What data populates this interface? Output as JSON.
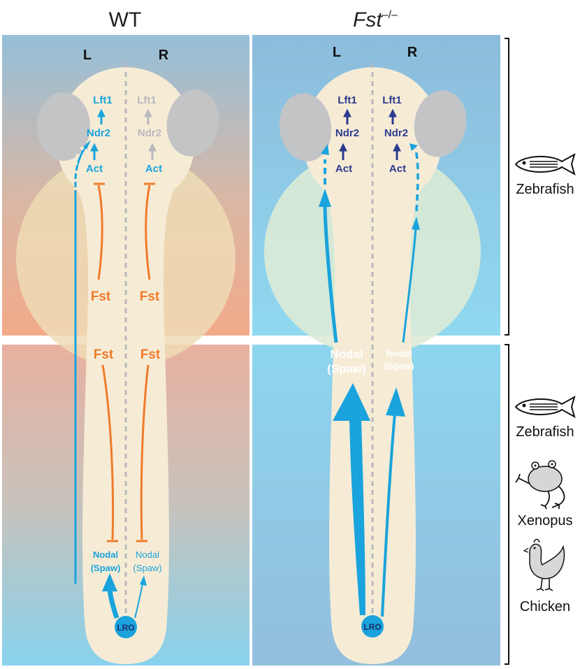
{
  "panels": {
    "wt": {
      "title": "WT",
      "left_label": "L",
      "right_label": "R",
      "lft1_left": "Lft1",
      "lft1_right": "Lft1",
      "ndr2_left": "Ndr2",
      "ndr2_right": "Ndr2",
      "act_left": "Act",
      "act_right": "Act",
      "fst_upper_left": "Fst",
      "fst_upper_right": "Fst",
      "fst_lower_left": "Fst",
      "fst_lower_right": "Fst",
      "nodal_left": "Nodal",
      "spaw_left": "(Spaw)",
      "nodal_right": "Nodal",
      "spaw_right": "(Spaw)",
      "lro": "LRO"
    },
    "fst_mutant": {
      "title_main": "Fst",
      "title_sup": "–/–",
      "left_label": "L",
      "right_label": "R",
      "lft1_left": "Lft1",
      "lft1_right": "Lft1",
      "ndr2_left": "Ndr2",
      "ndr2_right": "Ndr2",
      "act_left": "Act",
      "act_right": "Act",
      "nodal_left": "Nodal",
      "spaw_left": "(Spaw)",
      "nodal_right": "Nodal",
      "spaw_right": "(Spaw)",
      "lro": "LRO"
    }
  },
  "species": {
    "upper": [
      "Zebrafish"
    ],
    "lower": [
      "Zebrafish",
      "Xenopus",
      "Chicken"
    ]
  },
  "colors": {
    "nodal_blue": "#1aa3dc",
    "fst_orange": "#f07b2a",
    "wt_inactive_grey": "#b7b9bd",
    "mutant_dark_blue": "#2c3a8f",
    "body_cream": "#f6ecd6",
    "eye_grey": "#c3c4c6",
    "yolk_wt": "#eedcb5",
    "yolk_mutant": "#dcebd6"
  }
}
